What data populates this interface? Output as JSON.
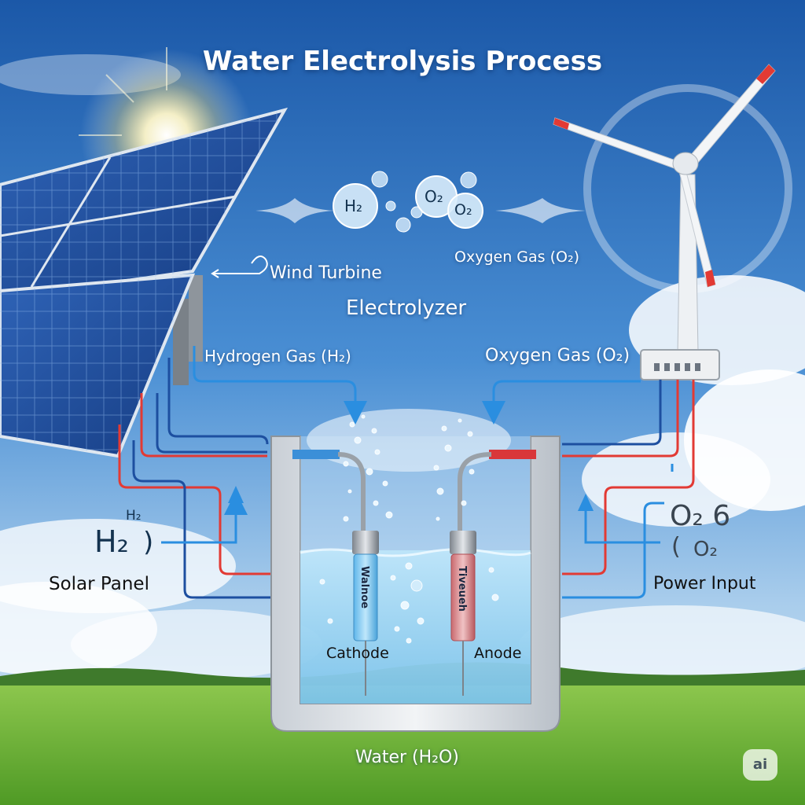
{
  "title": "Water Electrolysis Process",
  "labels": {
    "wind_turbine": "Wind Turbine",
    "oxygen_gas_top": "Oxygen Gas (O₂)",
    "electrolyzer": "Electrolyzer",
    "hydrogen_gas": "Hydrogen Gas (H₂)",
    "oxygen_gas_right": "Oxygen Gas (O₂)",
    "solar_panel": "Solar Panel",
    "power_input": "Power Input",
    "cathode": "Cathode",
    "anode": "Anode",
    "water": "Water (H₂O)"
  },
  "bubbles": {
    "h2": "H₂",
    "o2_a": "O₂",
    "o2_b": "O₂"
  },
  "side_formulas": {
    "h2_small": "H₂",
    "h2_large": "H₂",
    "o2_large": "O₂ 6",
    "o2_small": "O₂"
  },
  "probe_text": {
    "cathode": "Walnoe",
    "anode": "Tiveueh"
  },
  "badge": "ai",
  "colors": {
    "sky_top": "#1f5fae",
    "sky_bottom": "#cfe3f5",
    "grass": "#6fb63a",
    "hydrogen_line": "#2a8ee0",
    "power_red": "#e23a34",
    "power_blue": "#1d4fa0",
    "water": "#9fd6f2"
  }
}
